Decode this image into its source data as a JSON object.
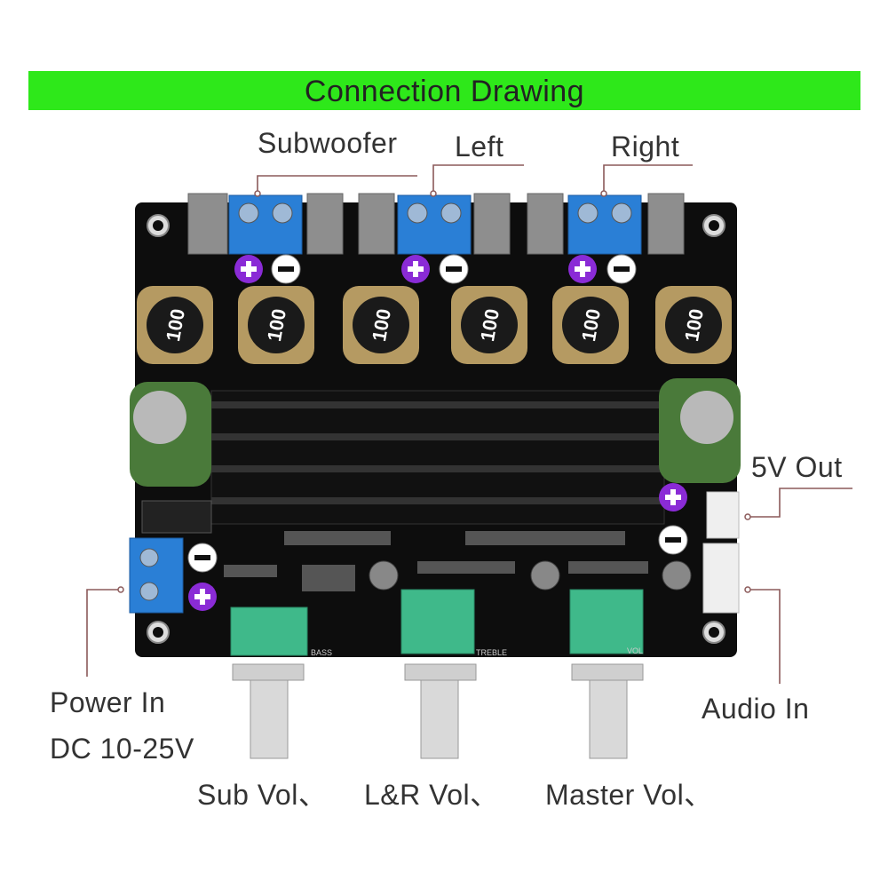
{
  "title": "Connection Drawing",
  "outputs": {
    "subwoofer": "Subwoofer",
    "left": "Left",
    "right": "Right"
  },
  "power": {
    "label_line1": "Power In",
    "label_line2": "DC 10-25V"
  },
  "five_v_out": "5V Out",
  "audio_in": "Audio In",
  "knobs": {
    "sub": "Sub Vol、",
    "lr": "L&R Vol、",
    "master": "Master Vol、"
  },
  "inductor_marking": "100",
  "silkscreen": {
    "bass": "BASS",
    "treble": "TREBLE",
    "vol": "VOL"
  },
  "colors": {
    "banner": "#2ee81a",
    "board": "#0d0d0d",
    "terminal": "#2a7fd6",
    "pot_green": "#3fb98a",
    "plus_badge": "#8a2bd6",
    "minus_badge": "#ffffff",
    "leader_line": "#8b5a5a"
  }
}
